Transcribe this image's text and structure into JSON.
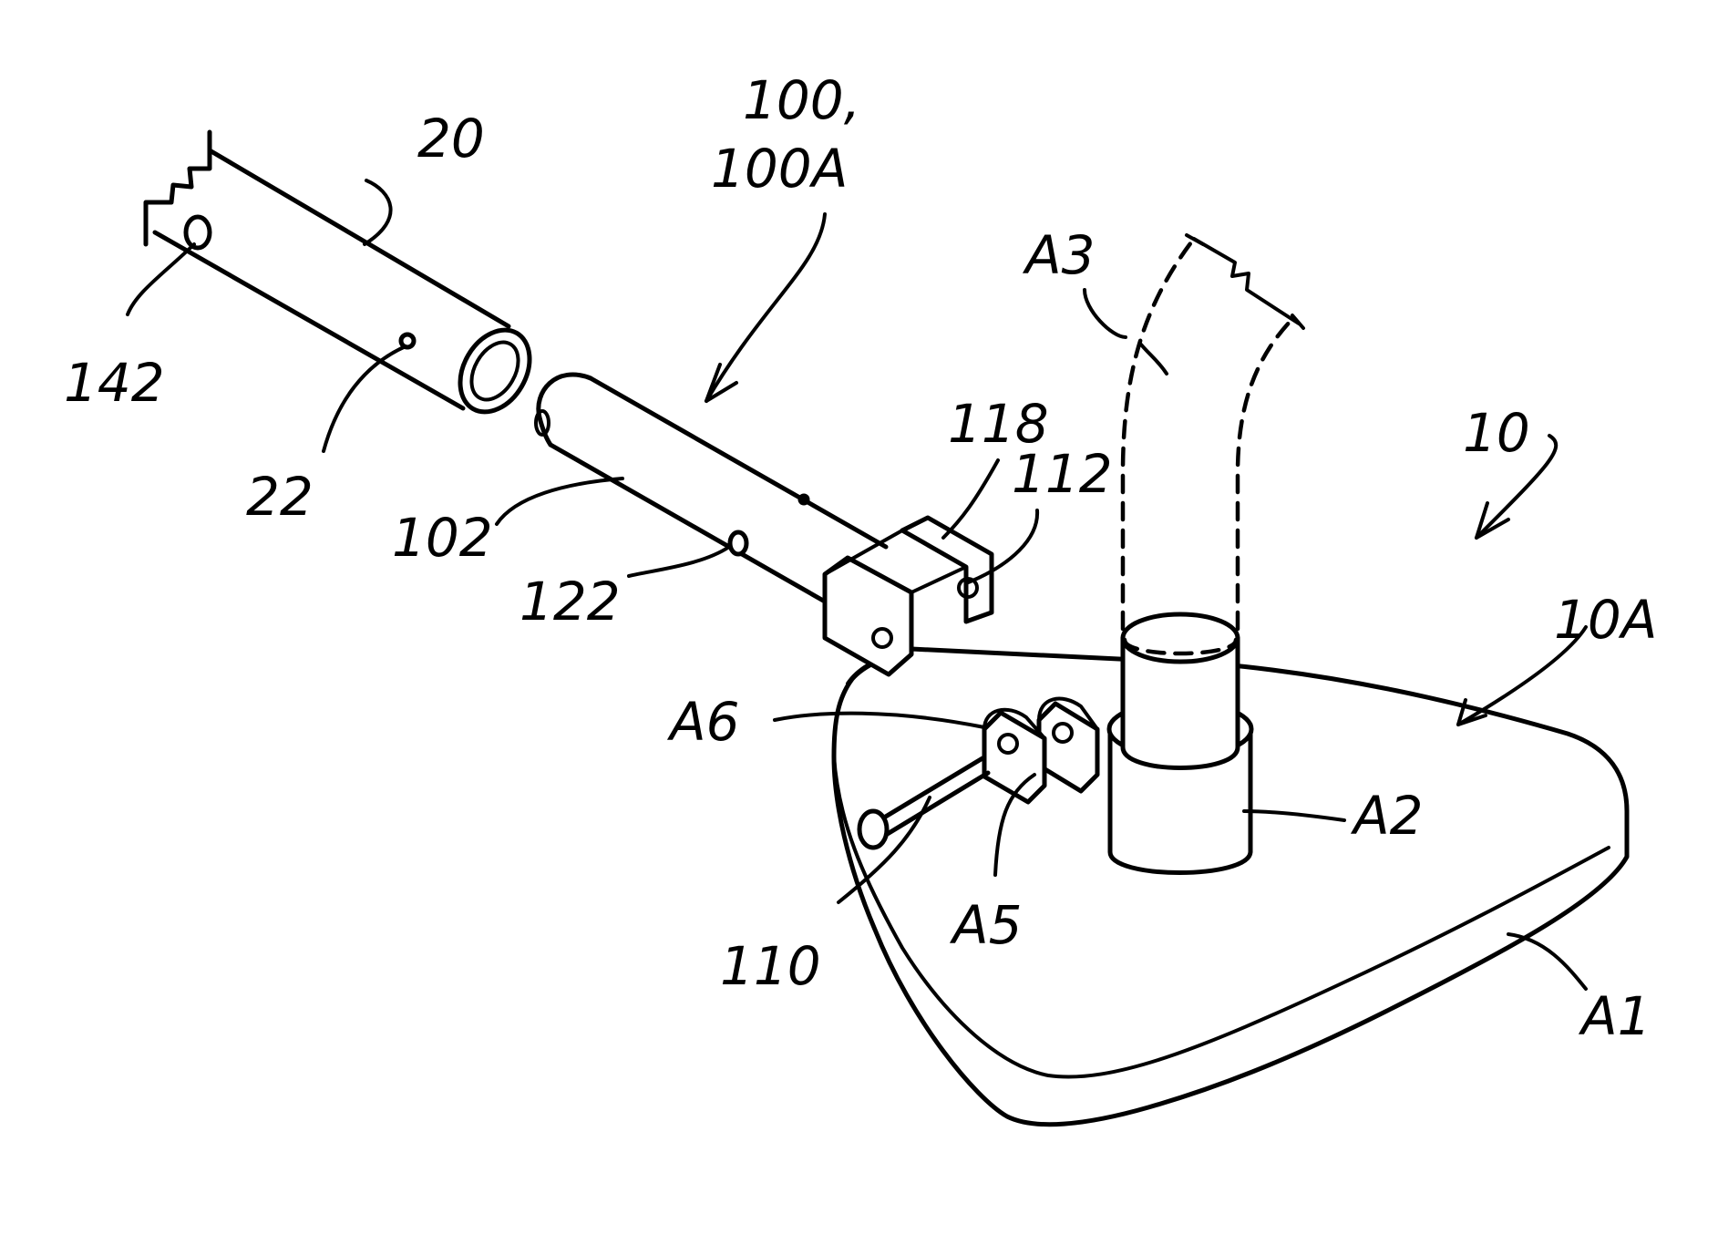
{
  "figure": {
    "labels": {
      "l20": "20",
      "l142": "142",
      "l22": "22",
      "l100": "100,",
      "l100a": "100A",
      "l102": "102",
      "l122": "122",
      "l118": "118",
      "l112": "112",
      "la3": "A3",
      "l10": "10",
      "l10a": "10A",
      "la6": "A6",
      "la2": "A2",
      "la5": "A5",
      "l110": "110",
      "la1": "A1"
    }
  }
}
